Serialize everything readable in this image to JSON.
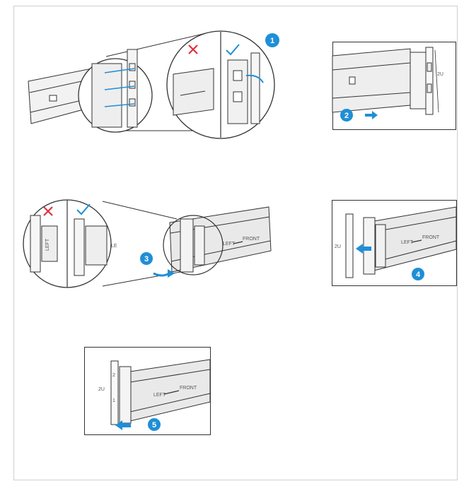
{
  "steps": [
    {
      "number": "1",
      "icons": [
        "wrong-cross",
        "correct-check"
      ]
    },
    {
      "number": "2",
      "icons": [
        "arrow-right"
      ]
    },
    {
      "number": "3",
      "icons": [
        "wrong-cross",
        "correct-check",
        "arrow-right"
      ]
    },
    {
      "number": "4",
      "icons": [
        "arrow-left"
      ]
    },
    {
      "number": "5",
      "icons": [
        "arrow-left"
      ]
    }
  ],
  "rail_labels": {
    "left": "LEFT",
    "front": "FRONT",
    "short_left": "LE"
  },
  "rack_marks": {
    "unit": "2U",
    "marks": [
      "2",
      "1"
    ]
  },
  "colors": {
    "accent_blue": "#1f8fd6",
    "wrong_red": "#e0323c",
    "line": "#333333",
    "rail_fill": "#e9e9e9"
  }
}
